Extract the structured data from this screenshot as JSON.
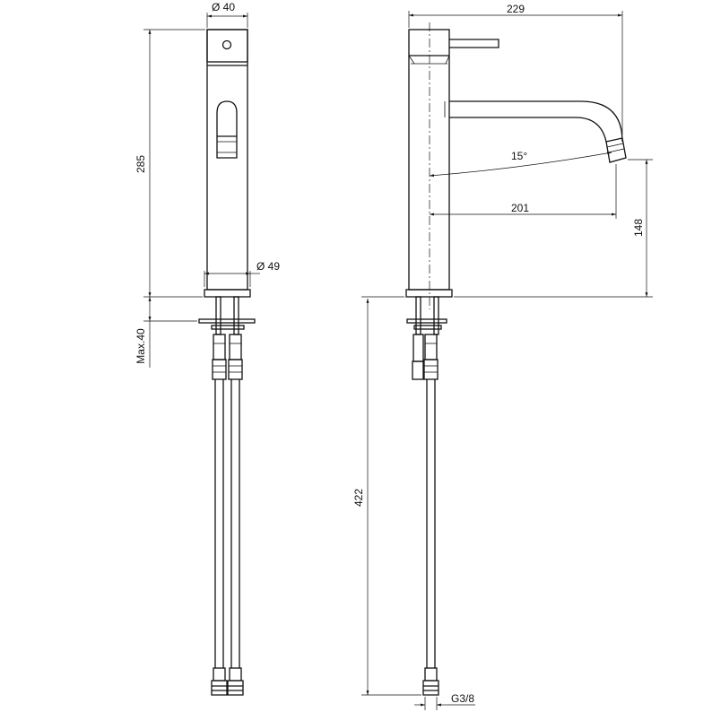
{
  "dimensions": {
    "body_diameter": "Ø 40",
    "base_diameter": "Ø 49",
    "height_total": "285",
    "max_deck": "Max.40",
    "projection": "229",
    "reach": "201",
    "spout_height": "148",
    "hose_length": "422",
    "angle": "15°",
    "connection": "G3/8"
  }
}
